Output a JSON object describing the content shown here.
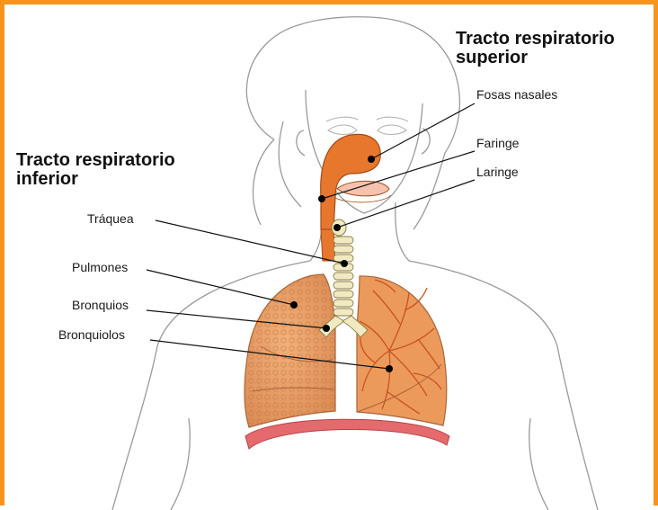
{
  "headings": {
    "upper_line1": "Tracto respiratorio",
    "upper_line2": "superior",
    "lower_line1": "Tracto respiratorio",
    "lower_line2": "inferior"
  },
  "labels": {
    "fosas_nasales": "Fosas nasales",
    "faringe": "Faringe",
    "laringe": "Laringe",
    "traquea": "Tráquea",
    "pulmones": "Pulmones",
    "bronquios": "Bronquios",
    "bronquiolos": "Bronquiolos"
  },
  "colors": {
    "frame": "#f7941d",
    "airway": "#e8772e",
    "lung": "#e9a06a",
    "diaphragm": "#e46a6e",
    "trachea": "#f1eac0",
    "outline": "#9a9a9a"
  }
}
